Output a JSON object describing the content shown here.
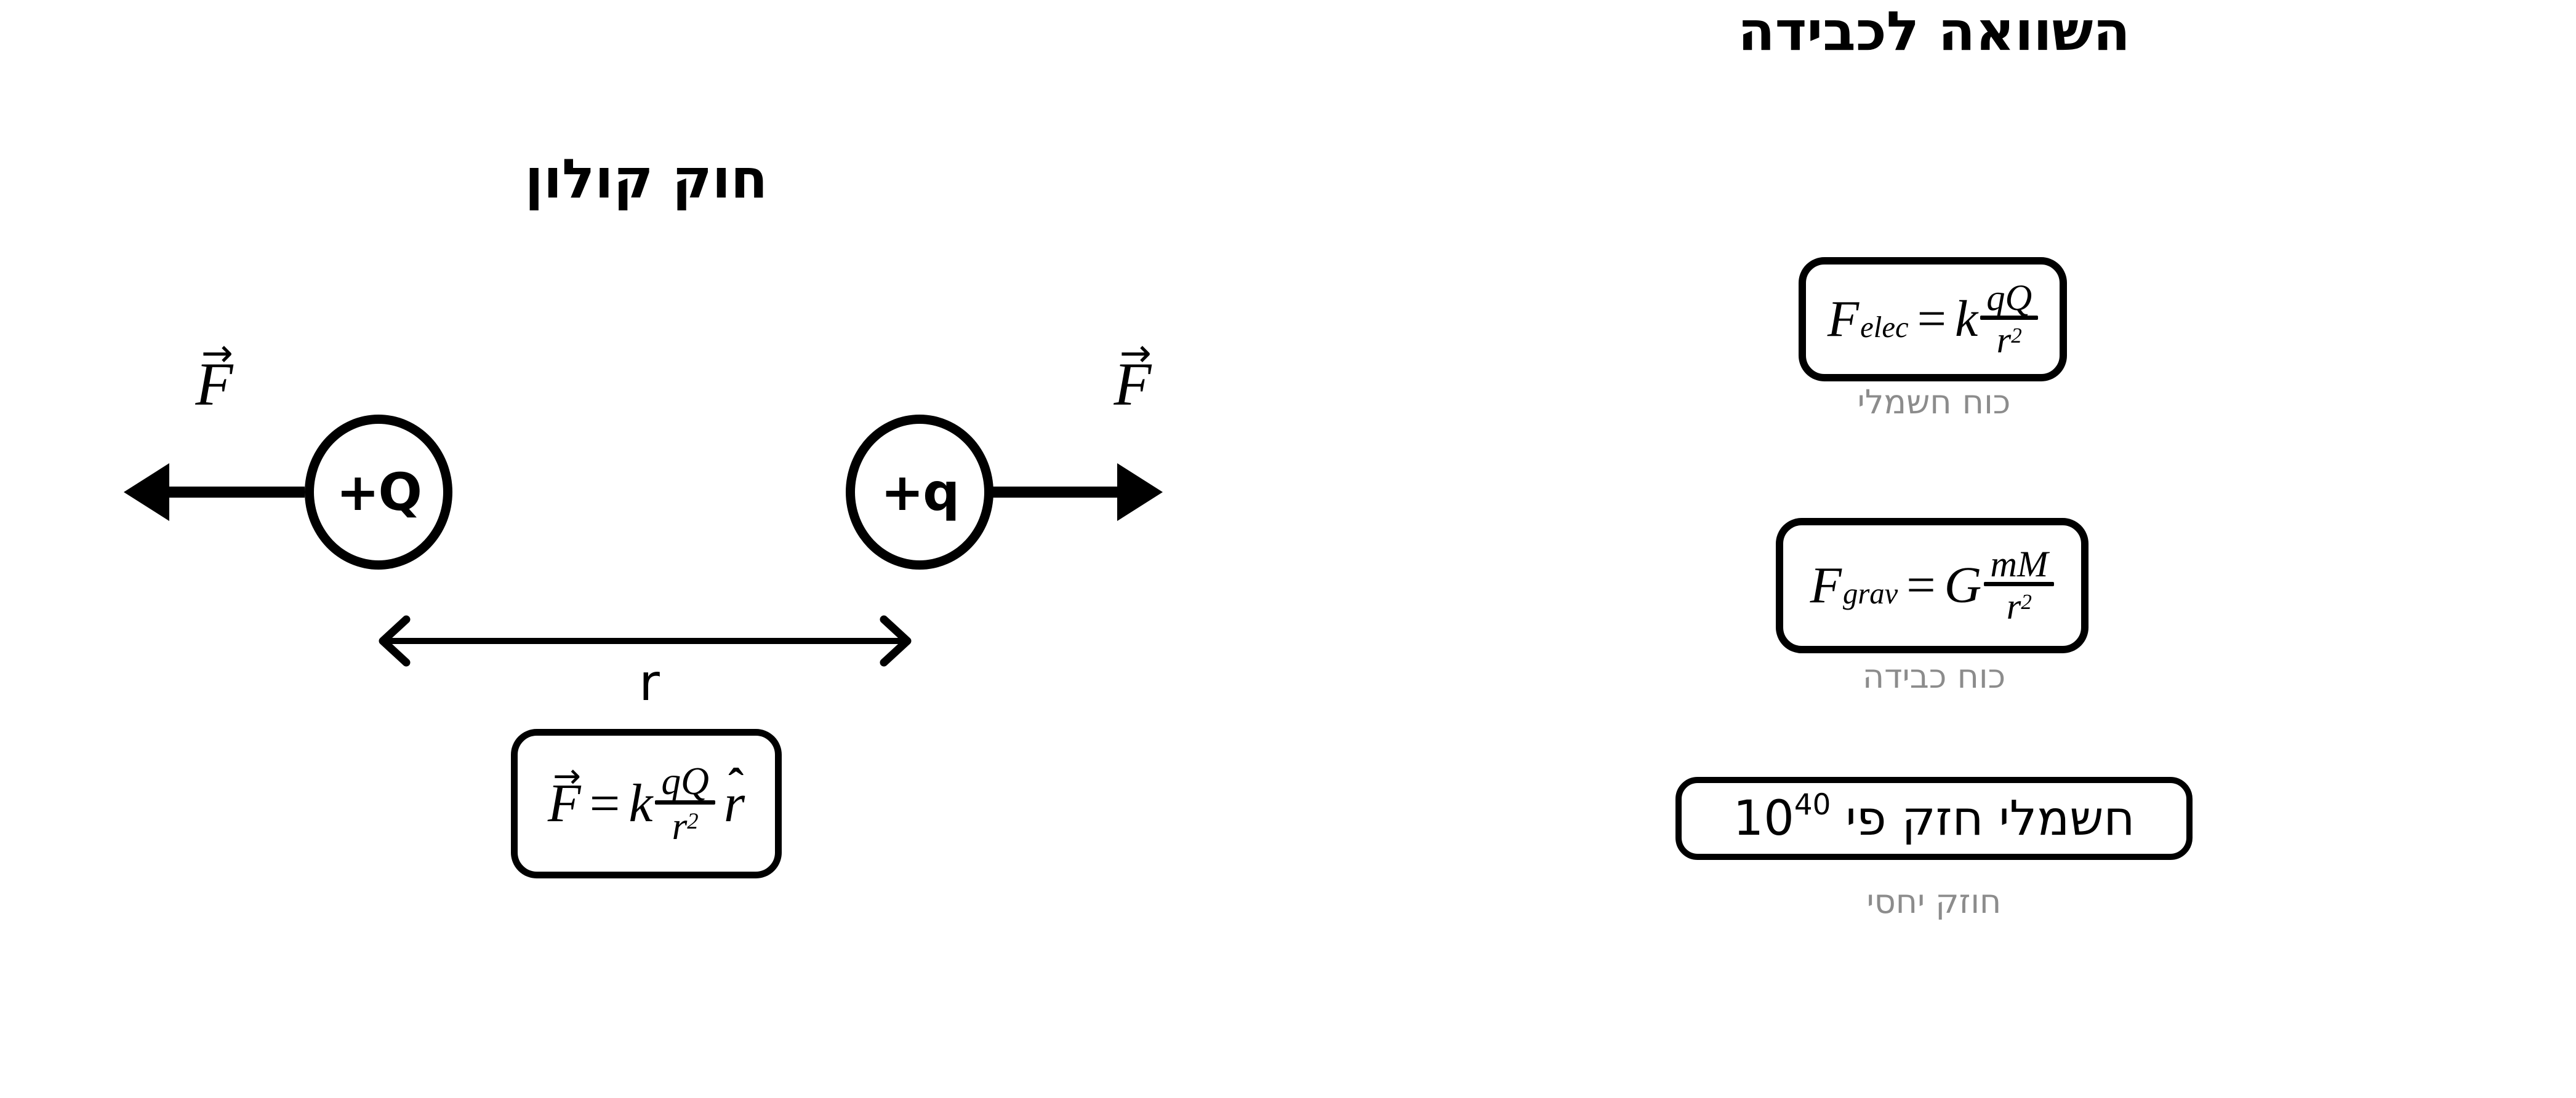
{
  "page": {
    "background": "#ffffff",
    "ink": "#000000",
    "caption_color": "#8c8c8c"
  },
  "left_panel": {
    "title": "חוק קולון",
    "charges": {
      "left": "+Q",
      "right": "+q"
    },
    "force": {
      "symbol": "F",
      "accent": "→"
    },
    "distance": {
      "label": "r"
    },
    "formula": {
      "symbol": "F",
      "accent": "→",
      "equals": "=",
      "constant": "k",
      "numerator": "qQ",
      "denominator": "r",
      "exponent": "2",
      "unit_symbol": "r",
      "unit_accent": "ˆ"
    }
  },
  "right_panel": {
    "title": "השוואה לכבידה",
    "electric": {
      "symbol": "F",
      "subscript": "elec",
      "equals": "=",
      "constant": "k",
      "numerator": "qQ",
      "denominator": "r",
      "exponent": "2",
      "caption": "כוח חשמלי"
    },
    "gravity": {
      "symbol": "F",
      "subscript": "grav",
      "equals": "=",
      "constant": "G",
      "numerator": "mM",
      "denominator": "r",
      "exponent": "2",
      "caption": "כוח כבידה"
    },
    "strength": {
      "statement": "חשמלי חזק פי",
      "base": "10",
      "exponent": "40",
      "caption": "חוזק יחסי"
    }
  }
}
